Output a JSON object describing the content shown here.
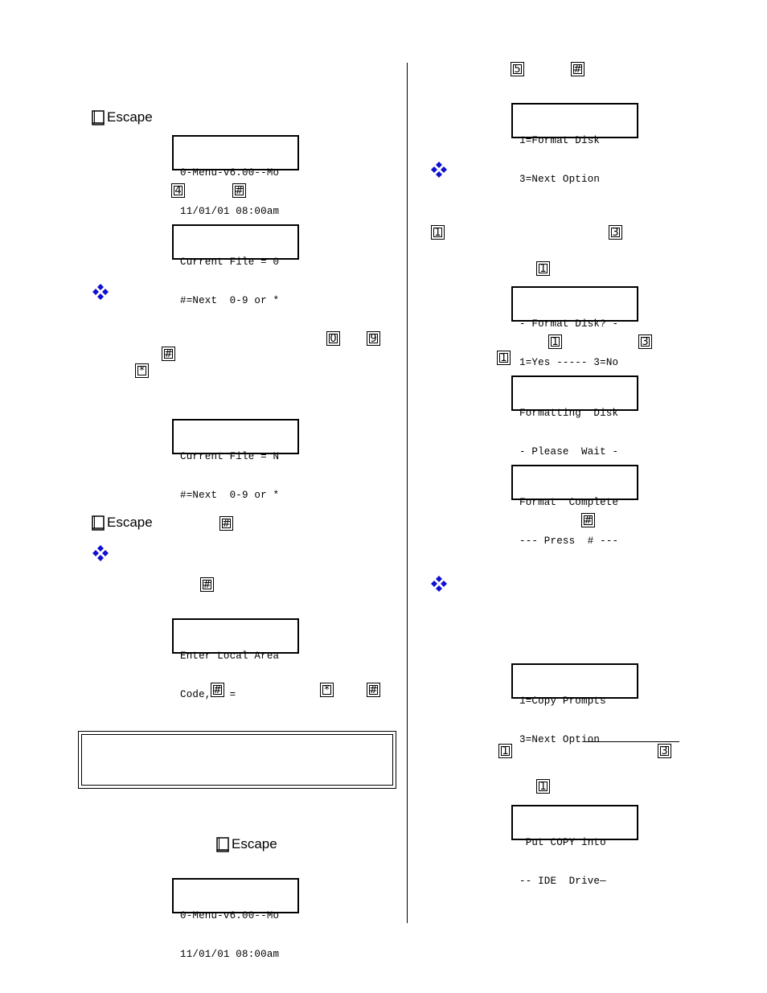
{
  "escape_label": "Escape",
  "lcd": {
    "main_menu_1": {
      "line1": "0-Menu-v6.00--Mo",
      "line2": "11/01/01 08:00am"
    },
    "current_file_0": {
      "line1": "Current File = 0",
      "line2": "#=Next  0-9 or *"
    },
    "current_file_n": {
      "line1": "Current File = N",
      "line2": "#=Next  0-9 or *"
    },
    "local_area": {
      "line1": "Enter Local Area",
      "line2": "Code, # ="
    },
    "main_menu_2": {
      "line1": "0-Menu-v6.00--Mo",
      "line2": "11/01/01 08:00am"
    },
    "format_disk": {
      "line1": "1=Format Disk",
      "line2": "3=Next Option"
    },
    "format_confirm": {
      "line1": "- Format Disk? -",
      "line2": "1=Yes ----- 3=No"
    },
    "formatting": {
      "line1": "Formatting  Disk",
      "line2": "- Please  Wait -"
    },
    "format_complete": {
      "line1": "Format  Complete",
      "line2": "--- Press  # ---"
    },
    "copy_prompts": {
      "line1": "1=Copy Prompts",
      "line2": "3=Next Option"
    },
    "put_copy": {
      "line1": " Put COPY into",
      "line2": "-- IDE  Drive—"
    }
  },
  "keys": {
    "k4": "4",
    "k5": "5",
    "k0": "0",
    "k9": "9",
    "k1": "1",
    "k3": "3",
    "hash": "#",
    "star": "*"
  },
  "colors": {
    "bullet": "#1010d0"
  }
}
